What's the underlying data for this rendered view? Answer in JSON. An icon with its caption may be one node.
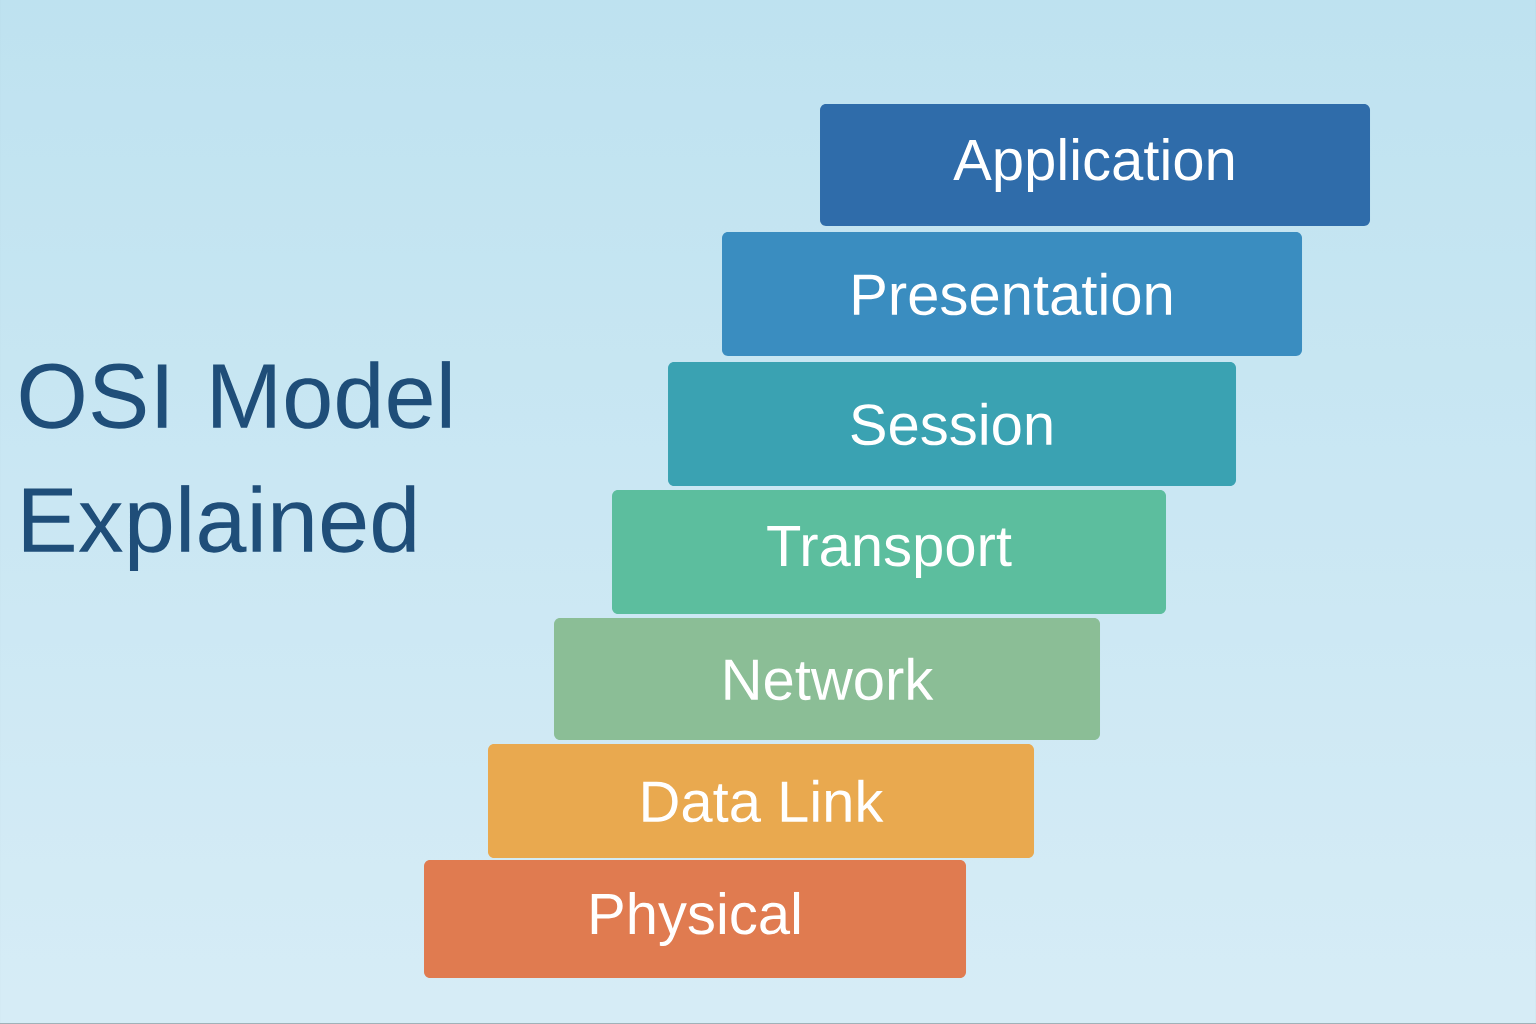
{
  "diagram": {
    "title": "OSI Model Explained",
    "nodes": [
      {
        "text": [
          "Application"
        ]
      },
      {
        "text": [
          "Presentation"
        ]
      },
      {
        "text": [
          "Session"
        ]
      },
      {
        "text": [
          "Transport"
        ]
      },
      {
        "text": [
          "Network"
        ]
      },
      {
        "text": [
          "Data Link"
        ]
      },
      {
        "text": [
          "Physical"
        ]
      }
    ]
  }
}
